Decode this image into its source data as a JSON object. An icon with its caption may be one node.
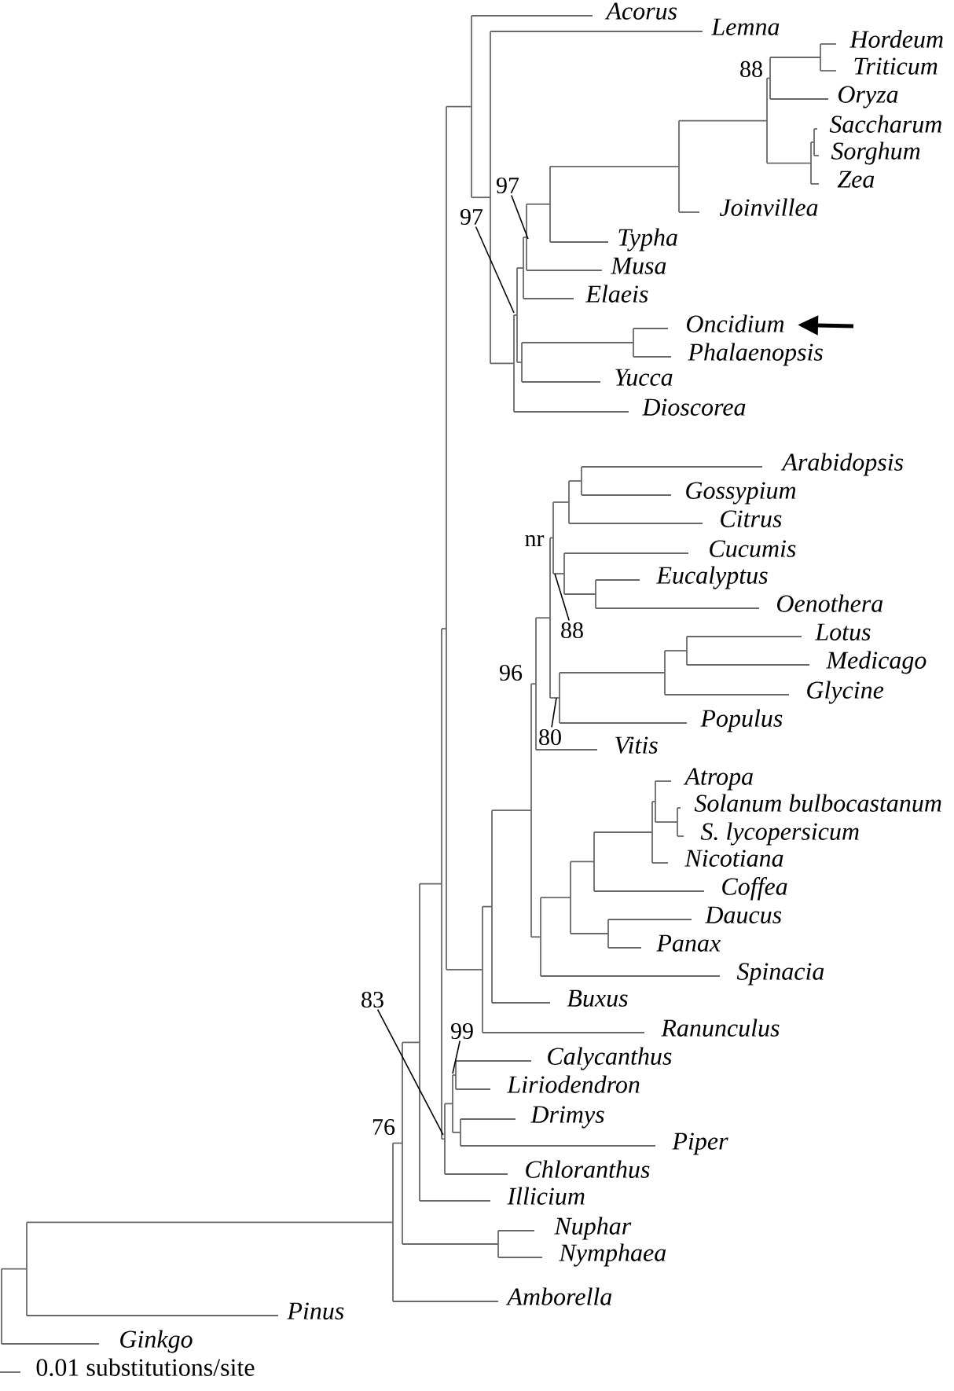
{
  "diagram": {
    "nodes": [
      {
        "text": [
          "97"
        ]
      },
      {
        "text": [
          "97"
        ]
      },
      {
        "text": [
          "Oncidium"
        ]
      },
      {
        "text": [
          "88"
        ]
      },
      {
        "text": [
          "80"
        ]
      },
      {
        "text": [
          "83"
        ]
      },
      {
        "text": [
          "99"
        ]
      }
    ],
    "edges": [
      {
        "from": 0,
        "to": null,
        "arrow": "none"
      },
      {
        "from": 1,
        "to": null,
        "arrow": "none"
      },
      {
        "from": null,
        "to": 2,
        "arrow": "to",
        "style": "thick"
      },
      {
        "from": 3,
        "to": null,
        "arrow": "none"
      },
      {
        "from": 4,
        "to": null,
        "arrow": "none"
      },
      {
        "from": 5,
        "to": null,
        "arrow": "none"
      },
      {
        "from": 6,
        "to": null,
        "arrow": "none"
      }
    ],
    "labels": [
      "Acorus",
      "Lemna",
      "Hordeum",
      "88",
      "Triticum",
      "Oryza",
      "Saccharum",
      "Sorghum",
      "Zea",
      "Joinvillea",
      "Typha",
      "Musa",
      "Elaeis",
      "Phalaenopsis",
      "Yucca",
      "Dioscorea",
      "Arabidopsis",
      "Gossypium",
      "Citrus",
      "nr",
      "Cucumis",
      "Eucalyptus",
      "Oenothera",
      "Lotus",
      "Medicago",
      "96",
      "Glycine",
      "Populus",
      "Vitis",
      "Atropa",
      "Solanum bulbocastanum",
      "S. lycopersicum",
      "Nicotiana",
      "Coffea",
      "Daucus",
      "Panax",
      "Spinacia",
      "Buxus",
      "Ranunculus",
      "Calycanthus",
      "Liriodendron",
      "Drimys",
      "76",
      "Piper",
      "Chloranthus",
      "Illicium",
      "Nuphar",
      "Nymphaea",
      "Amborella",
      "Pinus",
      "Ginkgo",
      "0.01 substitutions/site"
    ]
  }
}
